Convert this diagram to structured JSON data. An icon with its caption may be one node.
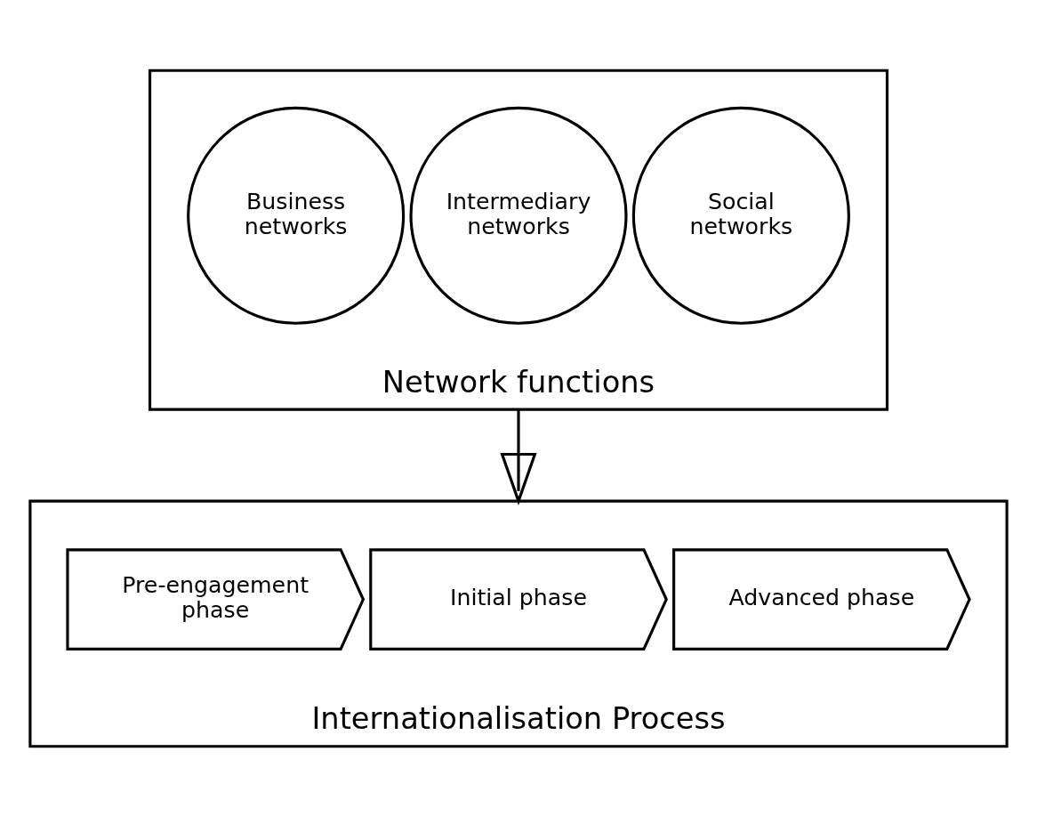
{
  "diagram": {
    "nodes": [
      {
        "text": [
          "Network functions"
        ]
      },
      {
        "text": [
          "Business networks"
        ],
        "in": 0
      },
      {
        "text": [
          "Intermediary networks"
        ],
        "in": 0
      },
      {
        "text": [
          "Social networks"
        ],
        "in": 0
      },
      {
        "text": [
          "Internationalisation Process"
        ]
      },
      {
        "text": [
          "Pre-engagement phase"
        ],
        "in": 4
      },
      {
        "text": [
          "Initial phase"
        ],
        "in": 4
      },
      {
        "text": [
          "Advanced phase"
        ],
        "in": 4
      }
    ],
    "edges": [
      {
        "from": 0,
        "to": 4,
        "arrow": "to"
      }
    ]
  }
}
